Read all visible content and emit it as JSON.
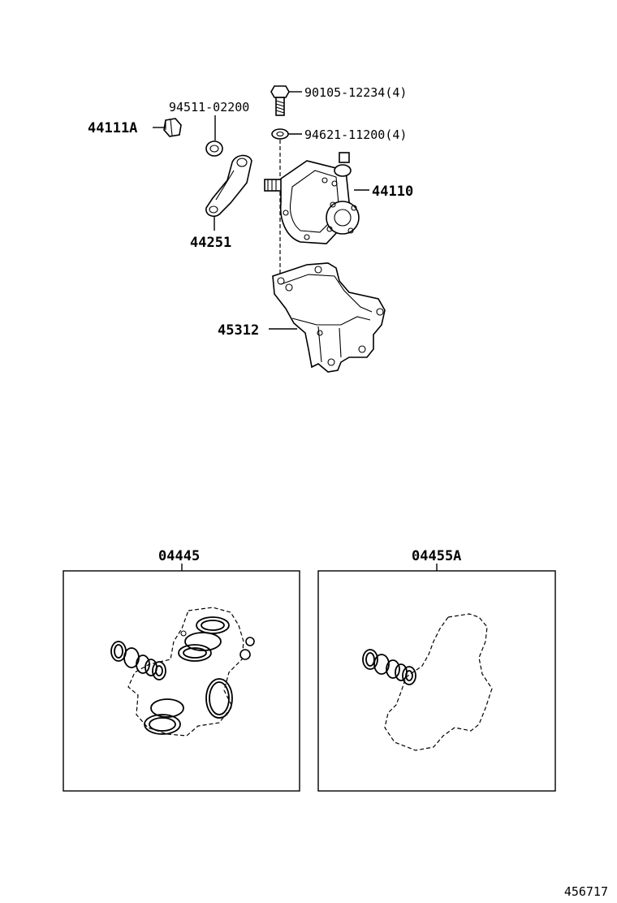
{
  "labels": {
    "bolt": "90105-12234(4)",
    "washer_gear": "94621-11200(4)",
    "washer_arm": "94511-02200",
    "nut": "44111A",
    "gear_box": "44110",
    "pitman_arm": "44251",
    "bracket": "45312",
    "kit_left": "04445",
    "kit_right": "04455A"
  },
  "footer": {
    "diagram_number": "456717"
  }
}
